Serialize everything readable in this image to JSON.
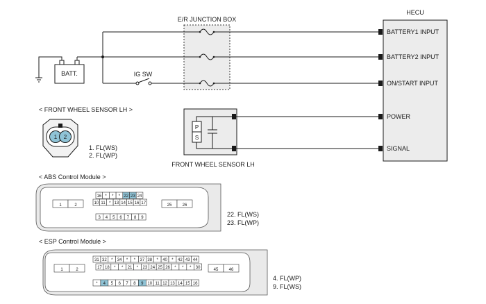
{
  "junction_box_title": "E/R JUNCTION BOX",
  "hecu": {
    "title": "HECU",
    "pins": [
      "BATTERY1 INPUT",
      "BATTERY2 INPUT",
      "ON/START INPUT",
      "POWER",
      "SIGNAL"
    ]
  },
  "battery_label": "BATT.",
  "ig_switch_label": "IG SW",
  "front_sensor": {
    "heading": "< FRONT WHEEL SENSOR LH >",
    "diagram_label": "FRONT WHEEL SENSOR LH",
    "inner_letters": [
      "P",
      "S"
    ],
    "pin_numbers": [
      "1",
      "2"
    ],
    "pin_notes": [
      "1. FL(WS)",
      "2. FL(WP)"
    ]
  },
  "abs": {
    "heading": "< ABS Control Module >",
    "left_pins": [
      "1",
      "2"
    ],
    "right_pins": [
      "25",
      "26"
    ],
    "row1": [
      "16",
      "*",
      "*",
      "*",
      "22",
      "23",
      "24"
    ],
    "row2": [
      "10",
      "11",
      "*",
      "13",
      "14",
      "15",
      "16",
      "17"
    ],
    "row3": [
      "3",
      "4",
      "5",
      "6",
      "7",
      "8",
      "9"
    ],
    "highlighted": [
      "22",
      "23"
    ],
    "pin_notes": [
      "22. FL(WS)",
      "23. FL(WP)"
    ]
  },
  "esp": {
    "heading": "< ESP Control Module >",
    "left_pins": [
      "1",
      "2"
    ],
    "right_pins": [
      "45",
      "46"
    ],
    "row1": [
      "31",
      "32",
      "*",
      "34",
      "*",
      "*",
      "37",
      "38",
      "*",
      "40",
      "*",
      "42",
      "43",
      "44"
    ],
    "row2": [
      "17",
      "18",
      "*",
      "*",
      "21",
      "*",
      "23",
      "24",
      "25",
      "26",
      "*",
      "*",
      "*",
      "30"
    ],
    "row3": [
      "*",
      "4",
      "5",
      "6",
      "7",
      "8",
      "9",
      "10",
      "11",
      "12",
      "13",
      "14",
      "15",
      "16"
    ],
    "highlighted_row3": [
      "4",
      "9"
    ],
    "pin_notes": [
      "4. FL(WP)",
      "9. FL(WS)"
    ]
  }
}
